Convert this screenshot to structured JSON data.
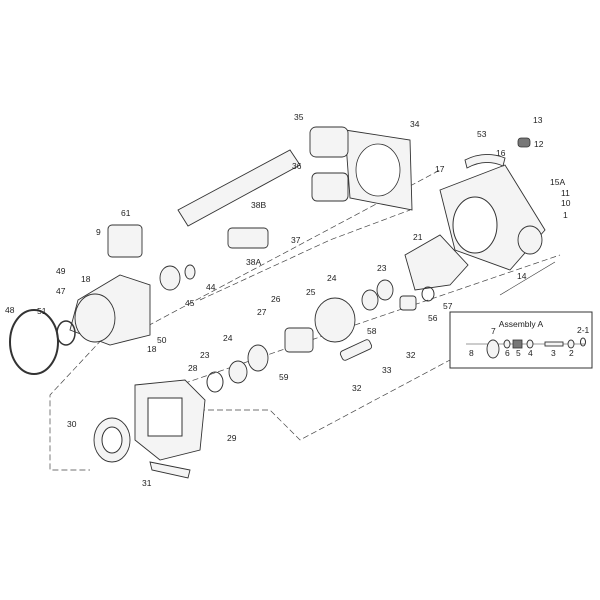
{
  "title": "Exploded parts diagram",
  "parts": [
    "35",
    "34",
    "13",
    "53",
    "12",
    "36",
    "16",
    "17",
    "15A",
    "11",
    "10",
    "1",
    "38B",
    "61",
    "9",
    "37",
    "21",
    "38A",
    "14",
    "49",
    "18",
    "47",
    "44",
    "45",
    "23",
    "24",
    "57",
    "48",
    "51",
    "26",
    "25",
    "56",
    "27",
    "58",
    "24",
    "32",
    "50",
    "18",
    "23",
    "28",
    "59",
    "33",
    "32",
    "30",
    "29",
    "31"
  ],
  "assembly_a": {
    "title": "Assembly A",
    "parts": [
      "7",
      "8",
      "6",
      "5",
      "4",
      "3",
      "2",
      "2-1"
    ]
  }
}
